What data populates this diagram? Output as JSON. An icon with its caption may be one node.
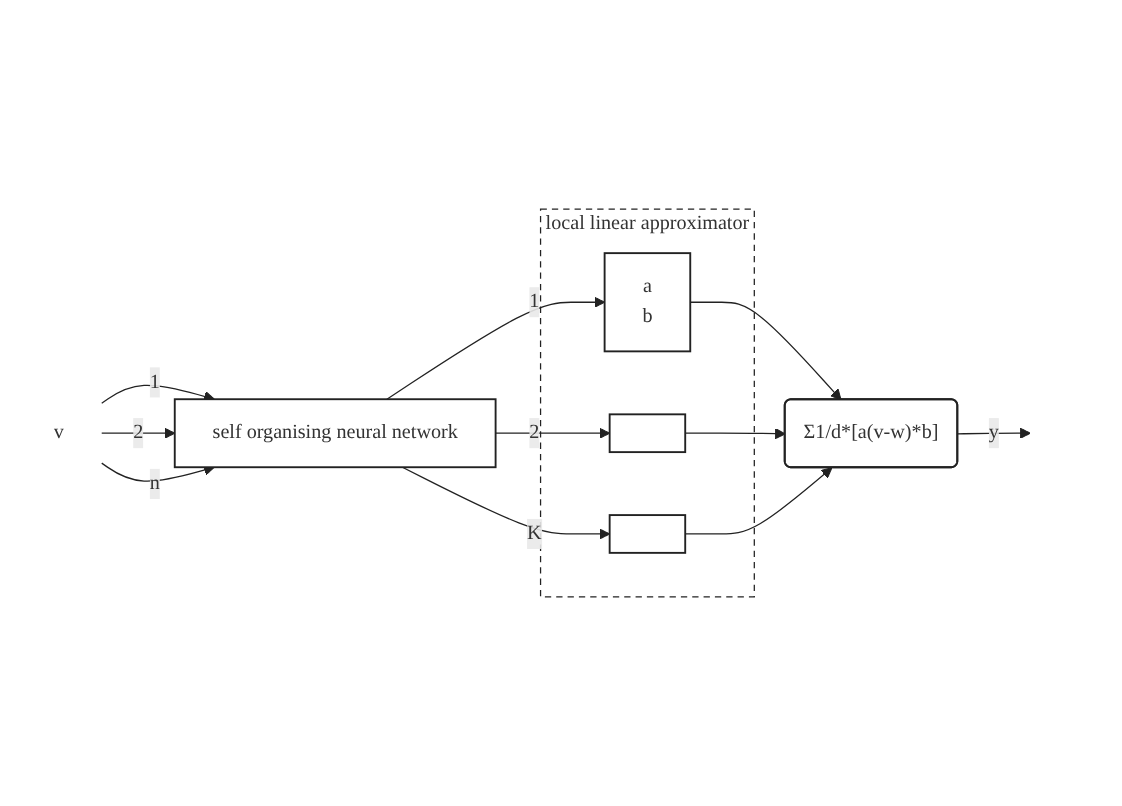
{
  "diagram": {
    "nodes": [
      {
        "text": [
          "v"
        ]
      },
      {
        "text": [
          "self organising neural network"
        ]
      },
      {
        "text": [
          "local linear approximator"
        ]
      },
      {
        "text": [
          "a",
          "b"
        ],
        "in": 2
      },
      {
        "text": [],
        "shape": "box",
        "in": 2
      },
      {
        "text": [],
        "shape": "box",
        "in": 2
      },
      {
        "text": [
          "Σ1/d*[a(v-w)*b]"
        ]
      }
    ],
    "edges": [
      {
        "from": 0,
        "to": 1,
        "arrow": "to",
        "label": "1"
      },
      {
        "from": 0,
        "to": 1,
        "arrow": "to",
        "label": "2"
      },
      {
        "from": 0,
        "to": 1,
        "arrow": "to",
        "label": "n"
      },
      {
        "from": 1,
        "to": 3,
        "arrow": "to",
        "label": "1"
      },
      {
        "from": 1,
        "to": 4,
        "arrow": "to",
        "label": "2"
      },
      {
        "from": 1,
        "to": 5,
        "arrow": "to",
        "label": "K"
      },
      {
        "from": 3,
        "to": 6,
        "arrow": "to"
      },
      {
        "from": 4,
        "to": 6,
        "arrow": "to"
      },
      {
        "from": 5,
        "to": 6,
        "arrow": "to"
      },
      {
        "from": 6,
        "to": null,
        "arrow": "to",
        "label": "y"
      }
    ]
  }
}
